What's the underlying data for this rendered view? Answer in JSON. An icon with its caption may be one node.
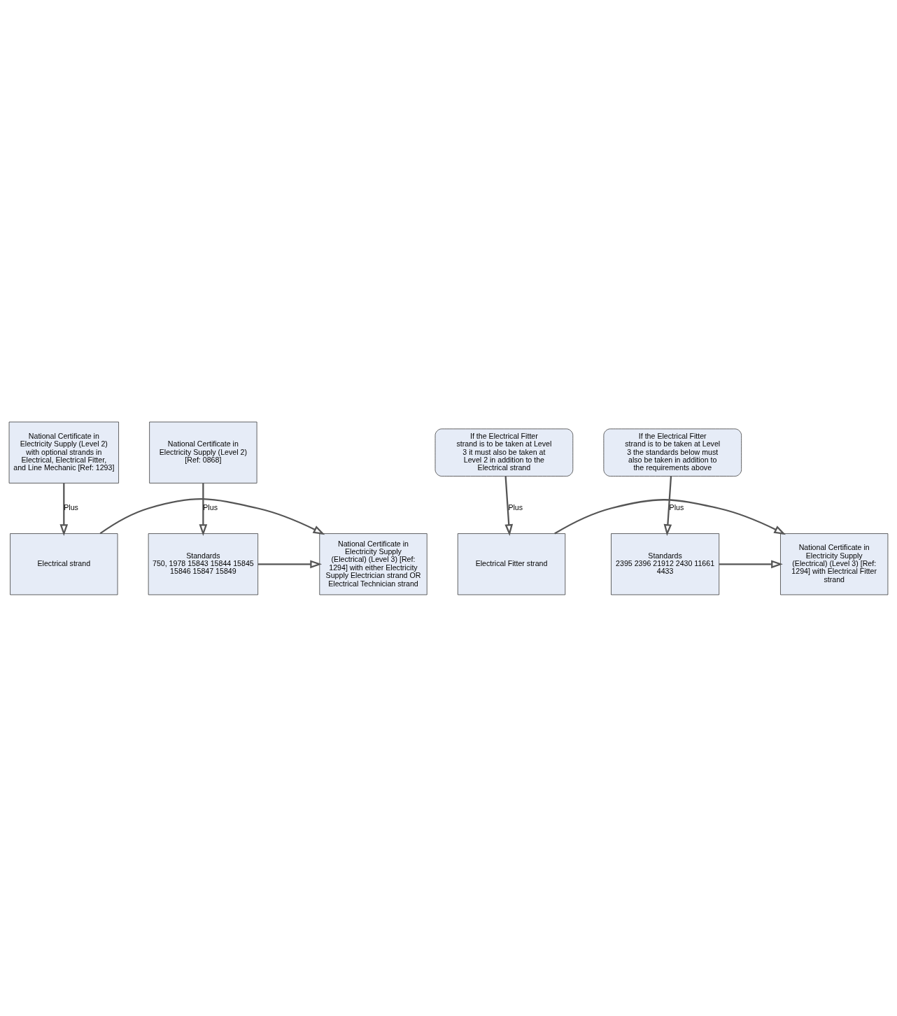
{
  "diagram": {
    "nodes": [
      {
        "text": [
          "National Certificate in Electricity Supply (Level 2) with optional strands in Electrical, Electrical Fitter, and Line Mechanic [Ref: 1293]"
        ]
      },
      {
        "text": [
          "National Certificate in Electricity Supply (Level 2) [Ref: 0868]"
        ]
      },
      {
        "text": [
          "Electrical strand"
        ]
      },
      {
        "text": [
          "National Certificate in Electricity Supply (Electrical) (Level 3) [Ref: 1294] with either Electricity Supply Electrician strand OR Electrical Technician strand"
        ]
      },
      {
        "text": [
          "Standards",
          "750, 1978 15843 15844 15845 15846 15847 15849"
        ]
      },
      {
        "text": [
          "If the Electrical Fitter strand is to be taken at Level 3 it must also be taken at Level 2 in addition to the Electrical strand"
        ]
      },
      {
        "text": [
          "If the Electrical Fitter strand is to be taken at Level 3 the standards below must also be taken in addition to the requirements above"
        ]
      },
      {
        "text": [
          "Electrical Fitter strand"
        ]
      },
      {
        "text": [
          "National Certificate in Electricity Supply (Electrical) (Level 3) [Ref: 1294] with Electrical Fitter strand"
        ]
      },
      {
        "text": [
          "Standards",
          "2395 2396 21912 2430 11661 4433"
        ]
      }
    ],
    "edges": [
      {
        "from": 0,
        "to": 2,
        "arrow": "to",
        "label": "Plus"
      },
      {
        "from": 1,
        "to": 4,
        "arrow": "to",
        "label": "Plus"
      },
      {
        "from": 2,
        "to": 3,
        "arrow": "to"
      },
      {
        "from": 4,
        "to": 3,
        "arrow": "to"
      },
      {
        "from": 5,
        "to": 7,
        "arrow": "to",
        "label": "Plus"
      },
      {
        "from": 6,
        "to": 9,
        "arrow": "to",
        "label": "Plus"
      },
      {
        "from": 7,
        "to": 8,
        "arrow": "to"
      },
      {
        "from": 9,
        "to": 8,
        "arrow": "to"
      }
    ]
  }
}
